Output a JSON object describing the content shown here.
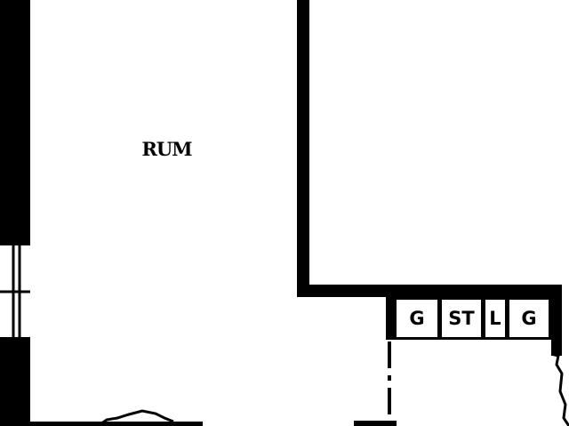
{
  "plan": {
    "room_label": "RUM",
    "fixtures": [
      {
        "label": "G"
      },
      {
        "label": "ST"
      },
      {
        "label": "L"
      },
      {
        "label": "G"
      }
    ]
  },
  "colors": {
    "wall": "#000000",
    "background": "#ffffff"
  }
}
